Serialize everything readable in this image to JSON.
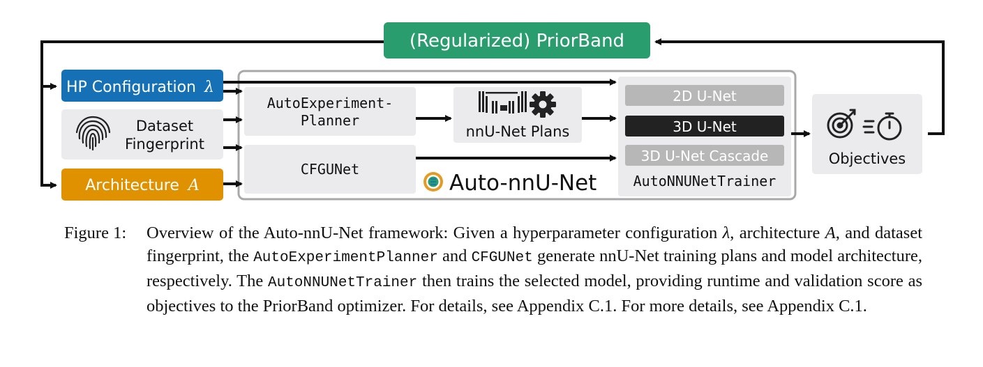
{
  "colors": {
    "priorband": "#2a9d6f",
    "hp_config": "#1670b5",
    "architecture": "#e09100",
    "panel": "#ebebed",
    "dark_block": "#222222",
    "gray_block": "#b7b7b7"
  },
  "diagram": {
    "priorband_label": "(Regularized) PriorBand",
    "hp_config_label": "HP Configuration",
    "hp_config_symbol": "λ",
    "architecture_label": "Architecture",
    "architecture_symbol": "A",
    "dataset_line1": "Dataset",
    "dataset_line2": "Fingerprint",
    "planner_line1": "AutoExperiment-",
    "planner_line2": "Planner",
    "cfgunet_label": "CFGUNet",
    "plans_label": "nnU-Net Plans",
    "auto_nnunet_label": "Auto-nnU-Net",
    "unet_2d": "2D U-Net",
    "unet_3d": "3D U-Net",
    "unet_cascade": "3D U-Net Cascade",
    "trainer_label": "AutoNNUNetTrainer",
    "objectives_label": "Objectives",
    "icons": [
      "fingerprint-icon",
      "unet-icon",
      "gear-icon",
      "target-icon",
      "stopwatch-icon",
      "auto-nnunet-logo-icon"
    ]
  },
  "caption": {
    "label": "Figure 1:",
    "t1": "Overview of the Auto-nnU-Net framework: Given a hyperparameter configuration ",
    "lambda": "λ",
    "t2": ", architecture ",
    "a": "A",
    "t3": ", and dataset fingerprint, the ",
    "m1": "AutoExperimentPlanner",
    "t4": " and ",
    "m2": "CFGUNet",
    "t5": " generate nnU-Net training plans and model architecture, respectively. The ",
    "m3": "AutoNNUNetTrainer",
    "t6": " then trains the selected model, providing runtime and validation score as objectives to the PriorBand optimizer. For details, see Appendix C.1. For more details, see Appendix C.1."
  }
}
